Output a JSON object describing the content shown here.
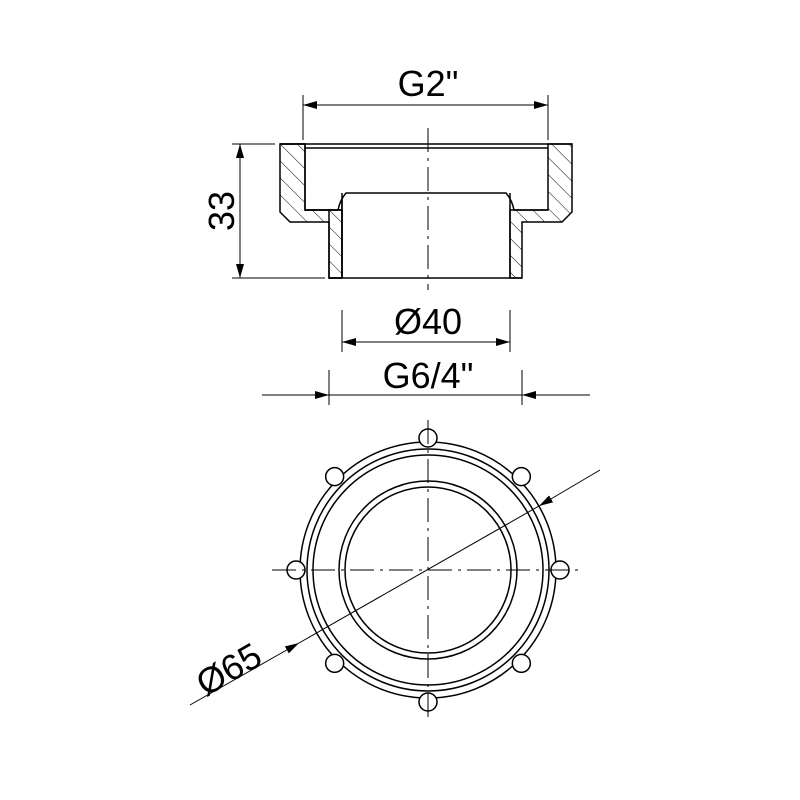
{
  "dimensions": {
    "top_width": "G2\"",
    "height": "33",
    "inner_diameter": "Ø40",
    "bottom_thread": "G6/4\"",
    "outer_diameter": "Ø65"
  },
  "colors": {
    "line": "#000000",
    "background": "#ffffff"
  }
}
